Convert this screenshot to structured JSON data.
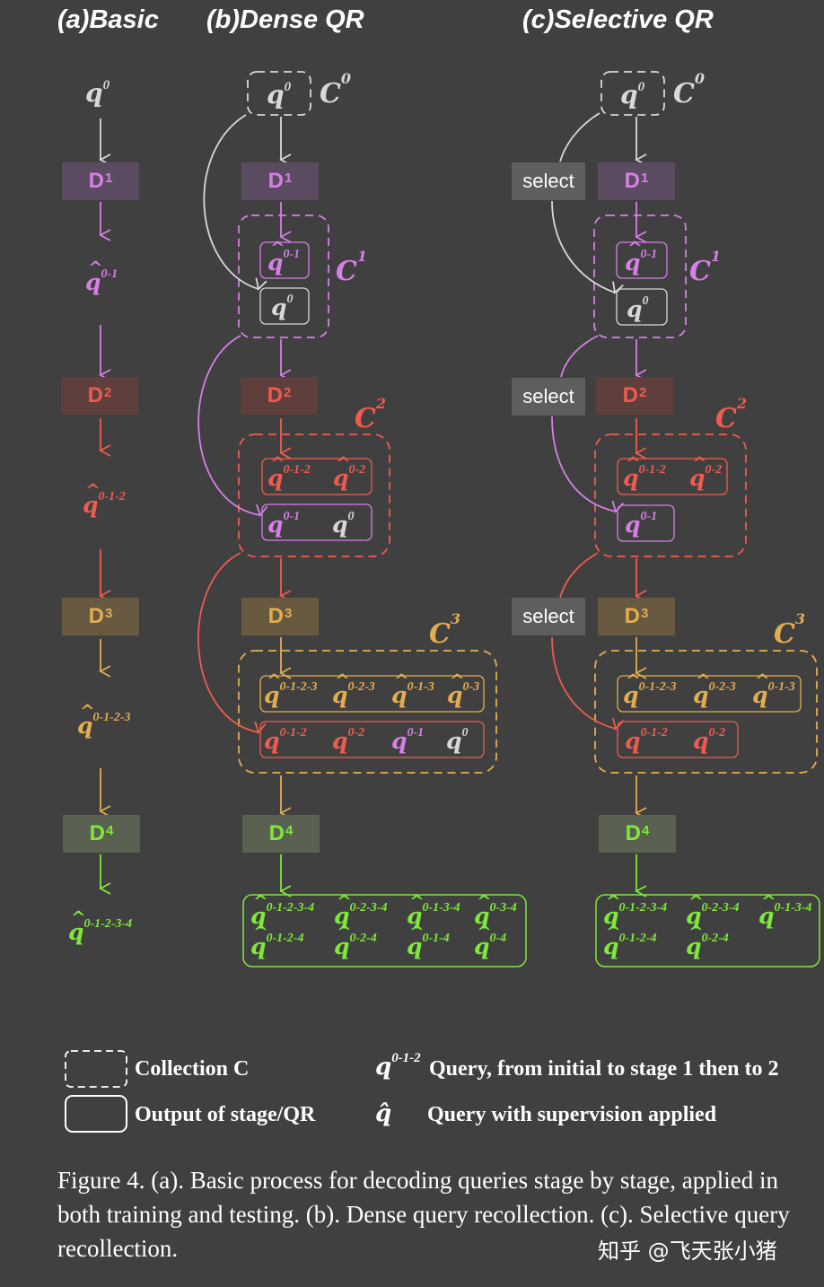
{
  "colors": {
    "background": "#404040",
    "gray": "#d8d8d8",
    "stage1": "#d67fe6",
    "stage1_box": "#5b4b60",
    "stage2": "#ef5b4f",
    "stage2_box": "#5e3f3c",
    "stage3": "#e3ad4f",
    "stage3_box": "#675a40",
    "stage4": "#7fe83a",
    "stage4_box": "#5a6150",
    "select_box": "#5e5e5e"
  },
  "titles": {
    "a": "(a)Basic",
    "b": "(b)Dense QR",
    "c": "(c)Selective QR"
  },
  "stages": [
    {
      "letter": "D",
      "sup": "1"
    },
    {
      "letter": "D",
      "sup": "2"
    },
    {
      "letter": "D",
      "sup": "3"
    },
    {
      "letter": "D",
      "sup": "4"
    }
  ],
  "select_label": "select",
  "collections": {
    "c0": {
      "letter": "C",
      "sup": "0"
    },
    "c1": {
      "letter": "C",
      "sup": "1"
    },
    "c2": {
      "letter": "C",
      "sup": "2"
    },
    "c3": {
      "letter": "C",
      "sup": "3"
    }
  },
  "basic": {
    "q0": {
      "base": "q",
      "sup": "0",
      "hat": false
    },
    "out1": {
      "base": "q",
      "sup": "0-1",
      "hat": true
    },
    "out2": {
      "base": "q",
      "sup": "0-1-2",
      "hat": true
    },
    "out3": {
      "base": "q",
      "sup": "0-1-2-3",
      "hat": true
    },
    "out4": {
      "base": "q",
      "sup": "0-1-2-3-4",
      "hat": true
    }
  },
  "dense": {
    "q0": {
      "base": "q",
      "sup": "0"
    },
    "c1": {
      "output": [
        {
          "base": "q",
          "sup": "0-1",
          "hat": true
        }
      ],
      "recollected": [
        {
          "base": "q",
          "sup": "0"
        }
      ]
    },
    "c2": {
      "output": [
        {
          "base": "q",
          "sup": "0-1-2",
          "hat": true
        },
        {
          "base": "q",
          "sup": "0-2",
          "hat": true
        }
      ],
      "recollected": [
        {
          "base": "q",
          "sup": "0-1"
        },
        {
          "base": "q",
          "sup": "0"
        }
      ]
    },
    "c3": {
      "output": [
        {
          "base": "q",
          "sup": "0-1-2-3",
          "hat": true
        },
        {
          "base": "q",
          "sup": "0-2-3",
          "hat": true
        },
        {
          "base": "q",
          "sup": "0-1-3",
          "hat": true
        },
        {
          "base": "q",
          "sup": "0-3",
          "hat": true
        }
      ],
      "recollected": [
        {
          "base": "q",
          "sup": "0-1-2"
        },
        {
          "base": "q",
          "sup": "0-2"
        },
        {
          "base": "q",
          "sup": "0-1"
        },
        {
          "base": "q",
          "sup": "0"
        }
      ]
    },
    "final": {
      "row1": [
        {
          "base": "q",
          "sup": "0-1-2-3-4"
        },
        {
          "base": "q",
          "sup": "0-2-3-4"
        },
        {
          "base": "q",
          "sup": "0-1-3-4"
        },
        {
          "base": "q",
          "sup": "0-3-4"
        }
      ],
      "row2": [
        {
          "base": "q",
          "sup": "0-1-2-4"
        },
        {
          "base": "q",
          "sup": "0-2-4"
        },
        {
          "base": "q",
          "sup": "0-1-4"
        },
        {
          "base": "q",
          "sup": "0-4"
        }
      ]
    }
  },
  "selective": {
    "q0": {
      "base": "q",
      "sup": "0"
    },
    "c1": {
      "output": [
        {
          "base": "q",
          "sup": "0-1",
          "hat": true
        }
      ],
      "recollected": [
        {
          "base": "q",
          "sup": "0"
        }
      ]
    },
    "c2": {
      "output": [
        {
          "base": "q",
          "sup": "0-1-2",
          "hat": true
        },
        {
          "base": "q",
          "sup": "0-2",
          "hat": true
        }
      ],
      "recollected": [
        {
          "base": "q",
          "sup": "0-1"
        }
      ]
    },
    "c3": {
      "output": [
        {
          "base": "q",
          "sup": "0-1-2-3",
          "hat": true
        },
        {
          "base": "q",
          "sup": "0-2-3",
          "hat": true
        },
        {
          "base": "q",
          "sup": "0-1-3",
          "hat": true
        }
      ],
      "recollected": [
        {
          "base": "q",
          "sup": "0-1-2"
        },
        {
          "base": "q",
          "sup": "0-2"
        }
      ]
    },
    "final": {
      "row1": [
        {
          "base": "q",
          "sup": "0-1-2-3-4"
        },
        {
          "base": "q",
          "sup": "0-2-3-4"
        },
        {
          "base": "q",
          "sup": "0-1-3-4"
        }
      ],
      "row2": [
        {
          "base": "q",
          "sup": "0-1-2-4"
        },
        {
          "base": "q",
          "sup": "0-2-4"
        }
      ]
    }
  },
  "legend": {
    "collection_label": "Collection C",
    "output_label": "Output of stage/QR",
    "query_symbol": {
      "base": "q",
      "sup": "0-1-2"
    },
    "query_desc": "Query, from initial to stage 1 then to 2",
    "hat_symbol": "q̂",
    "hat_desc": "Query with supervision applied"
  },
  "caption": "Figure 4. (a). Basic process for decoding queries stage by stage, applied in both training and testing. (b). Dense query recollection. (c). Selective query recollection.",
  "watermark": "知乎 @飞天张小猪"
}
